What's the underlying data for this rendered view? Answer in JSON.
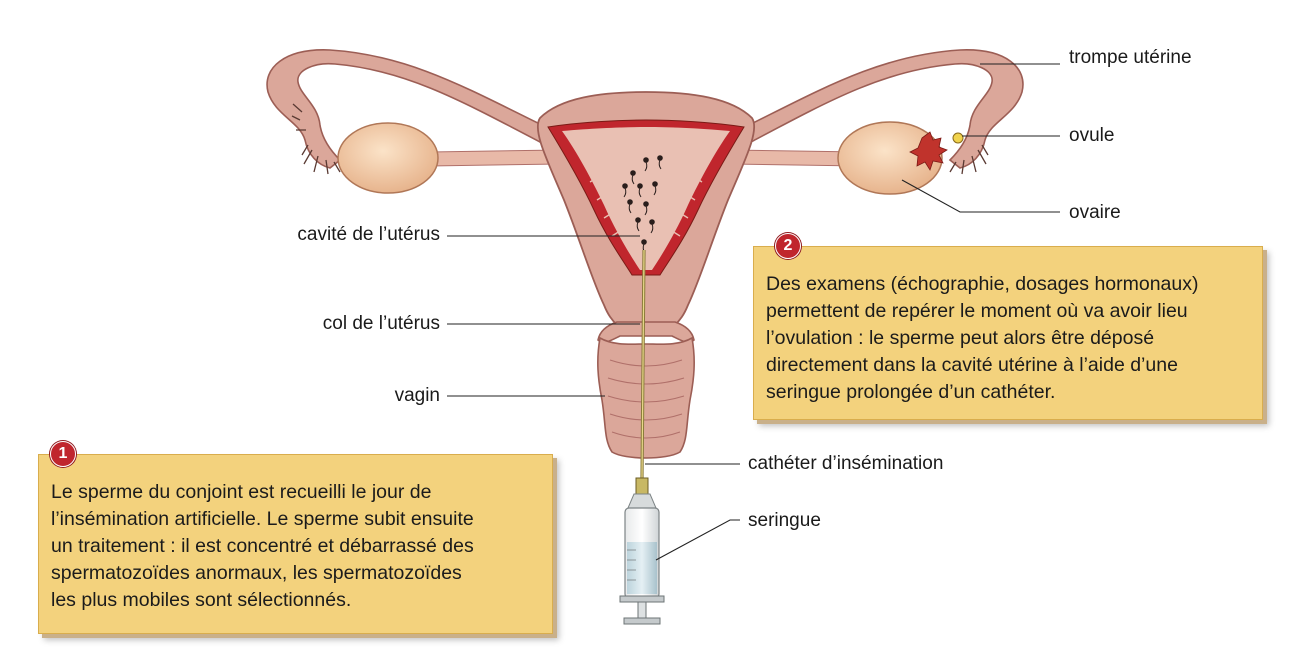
{
  "labels": {
    "trompe": "trompe utérine",
    "ovule": "ovule",
    "ovaire": "ovaire",
    "cavite": "cavité de l’utérus",
    "col": "col de l’utérus",
    "vagin": "vagin",
    "catheter": "cathéter d’insémination",
    "seringue": "seringue"
  },
  "box1": {
    "number": "1",
    "lines": [
      "Le sperme du conjoint est recueilli le jour de",
      "l’insémination artificielle. Le sperme subit ensuite",
      "un traitement : il est concentré et débarrassé des",
      "spermatozoïdes anormaux, les spermatozoïdes",
      "les plus mobiles sont sélectionnés."
    ]
  },
  "box2": {
    "number": "2",
    "lines": [
      "Des examens (échographie, dosages hormonaux)",
      "permettent de repérer le moment où va avoir lieu",
      "l’ovulation : le sperme peut alors être déposé",
      "directement dans la cavité utérine à l’aide d’une",
      "seringue prolongée d’un cathéter."
    ]
  },
  "colors": {
    "tissue": "#dba79a",
    "tissue_dark": "#b0706a",
    "lining": "#c0262d",
    "ovary": "#f2c9a4",
    "box": "#f3d27d",
    "badge": "#c0262d"
  }
}
